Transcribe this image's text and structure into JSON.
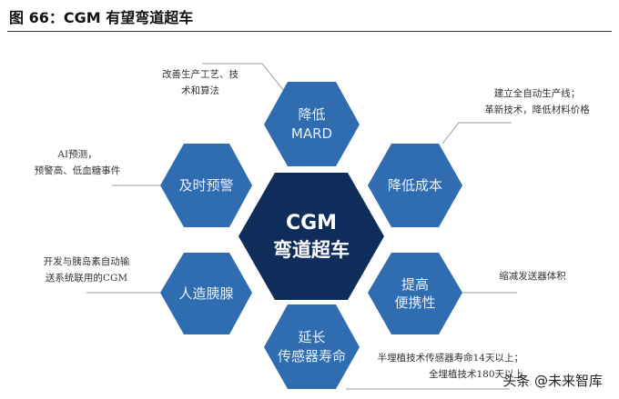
{
  "header": {
    "title": "图 66：CGM 有望弯道超车"
  },
  "center": {
    "line1": "CGM",
    "line2": "弯道超车"
  },
  "colors": {
    "hex": "#2f6cb0",
    "center": "#0f2d5a",
    "line": "#999999"
  },
  "nodes": {
    "mard": {
      "line1": "降低",
      "line2": "MARD",
      "note": [
        "改善生产工艺、技",
        "术和算法"
      ]
    },
    "cost": {
      "line1": "降低成本",
      "note": [
        "建立全自动生产线；",
        "革新技术，降低材料价格"
      ]
    },
    "warning": {
      "line1": "及时预警",
      "note": [
        "AI预测，",
        "预警高、低血糖事件"
      ]
    },
    "pancreas": {
      "line1": "人造胰腺",
      "note": [
        "开发与胰岛素自动输",
        "送系统联用的CGM"
      ]
    },
    "portability": {
      "line1": "提高",
      "line2": "便携性",
      "note": [
        "缩减发送器体积"
      ]
    },
    "lifespan": {
      "line1": "延长",
      "line2": "传感器寿命",
      "note": [
        "半埋植技术传感器寿命14天以上；",
        "全埋植技术180天以上"
      ]
    }
  },
  "watermark": "头条 @未来智库"
}
